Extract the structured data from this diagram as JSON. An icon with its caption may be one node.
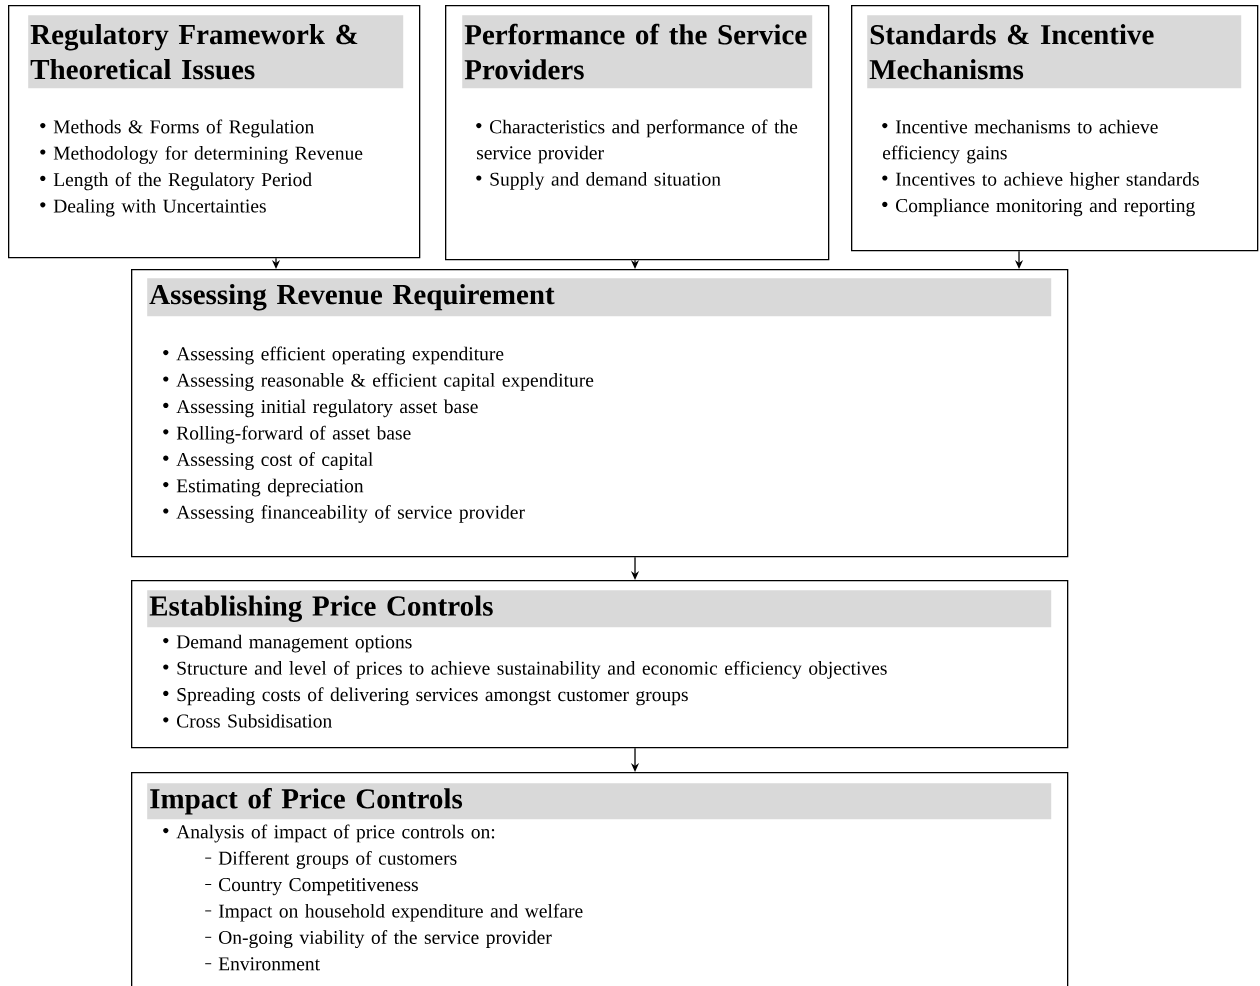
{
  "diagram": {
    "nodes": [
      {
        "text": [
          "Regulatory Framework & Theoretical Issues",
          "Methods & Forms of Regulation",
          "Methodology for determining Revenue",
          "Length of the Regulatory Period",
          "Dealing with Uncertainties"
        ]
      },
      {
        "text": [
          "Performance of the Service Providers",
          "Characteristics and performance of the service provider",
          "Supply and demand situation"
        ]
      },
      {
        "text": [
          "Standards & Incentive Mechanisms",
          "Incentive mechanisms to achieve efficiency gains",
          "Incentives to achieve higher standards",
          "Compliance monitoring and reporting"
        ]
      },
      {
        "text": [
          "Assessing Revenue Requirement",
          "Assessing efficient operating expenditure",
          "Assessing reasonable & efficient capital expenditure",
          "Assessing initial regulatory asset base",
          "Rolling-forward of asset base",
          "Assessing cost of capital",
          "Estimating depreciation",
          "Assessing financeability of service provider"
        ]
      },
      {
        "text": [
          "Establishing Price Controls",
          "Demand management options",
          "Structure and level of prices to achieve sustainability and economic efficiency objectives",
          "Spreading costs of delivering services amongst customer groups",
          "Cross Subsidisation"
        ]
      },
      {
        "text": [
          "Impact of Price Controls",
          "Analysis of impact of price controls on:",
          "Different groups of customers",
          "Country Competitiveness",
          "Impact on household expenditure and welfare",
          "On-going viability of the service provider",
          "Environment"
        ]
      }
    ],
    "edges": [
      {
        "from": 0,
        "to": 3,
        "arrow": "to"
      },
      {
        "from": 1,
        "to": 3,
        "arrow": "to"
      },
      {
        "from": 2,
        "to": 3,
        "arrow": "to"
      },
      {
        "from": 3,
        "to": 4,
        "arrow": "to"
      },
      {
        "from": 4,
        "to": 5,
        "arrow": "to"
      }
    ]
  }
}
